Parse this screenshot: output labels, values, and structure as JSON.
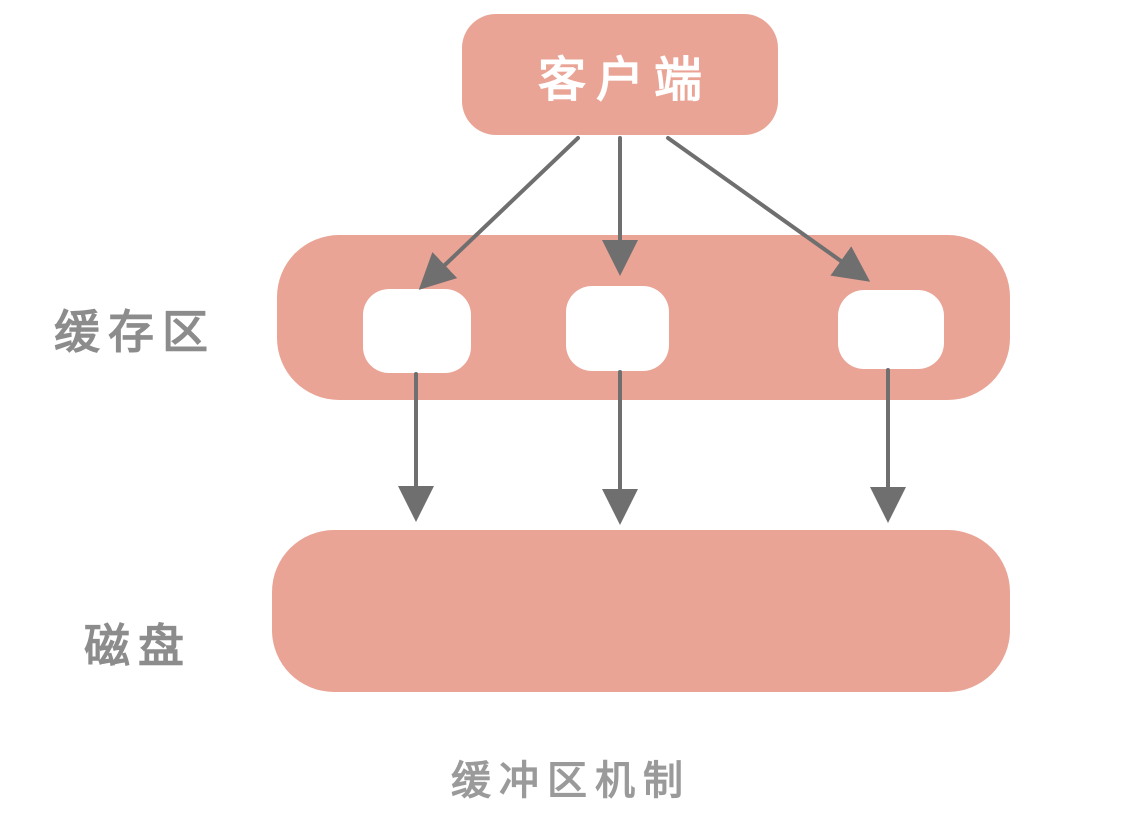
{
  "diagram": {
    "title": "缓冲区机制",
    "nodes": {
      "client": {
        "label": "客户端"
      },
      "buffer": {
        "label": "缓存区",
        "slots": 3
      },
      "disk": {
        "label": "磁盘"
      }
    },
    "flows": [
      {
        "from": "client",
        "to": "buffer-slot-1"
      },
      {
        "from": "client",
        "to": "buffer-slot-2"
      },
      {
        "from": "client",
        "to": "buffer-slot-3"
      },
      {
        "from": "buffer-slot-1",
        "to": "disk"
      },
      {
        "from": "buffer-slot-2",
        "to": "disk"
      },
      {
        "from": "buffer-slot-3",
        "to": "disk"
      }
    ],
    "colors": {
      "node_fill": "#EAA496",
      "slot_fill": "#FFFFFF",
      "client_text": "#FFFFFF",
      "label_text": "#8C8C8C",
      "caption_text": "#9A9A9A",
      "arrow": "#6F6F6F",
      "background": "#FFFFFF"
    }
  }
}
